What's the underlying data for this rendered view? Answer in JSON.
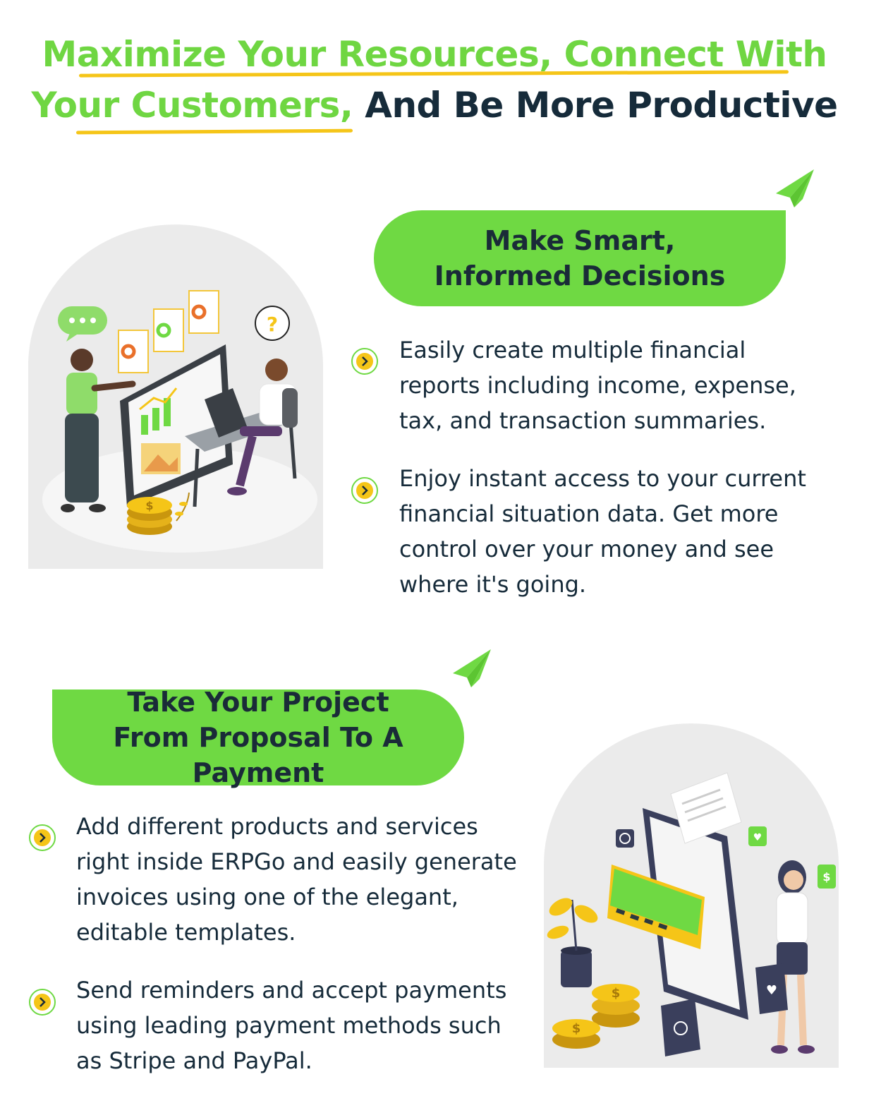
{
  "title": {
    "line1": "Maximize Your Resources, Connect With",
    "line2_green": "Your Customers,",
    "line2_dark": " And Be More Productive"
  },
  "section1": {
    "heading": "Make Smart, Informed Decisions",
    "bullets": [
      "Easily create multiple financial reports including income, expense, tax, and transaction summaries.",
      "Enjoy instant access to your current financial situation data. Get more control over your money and see where it's going."
    ],
    "illustration": "financial-reports-illustration"
  },
  "section2": {
    "heading": "Take Your Project From Proposal To A Payment",
    "bullets": [
      "Add different products and services right inside ERPGo and easily generate invoices using one of the elegant, editable templates.",
      "Send reminders and accept payments using leading payment methods such as Stripe and PayPal."
    ],
    "illustration": "payment-phone-illustration"
  },
  "colors": {
    "accent": "#6fd943",
    "underline": "#f5c518",
    "text": "#162b3a",
    "bullet": "#f5c518"
  }
}
